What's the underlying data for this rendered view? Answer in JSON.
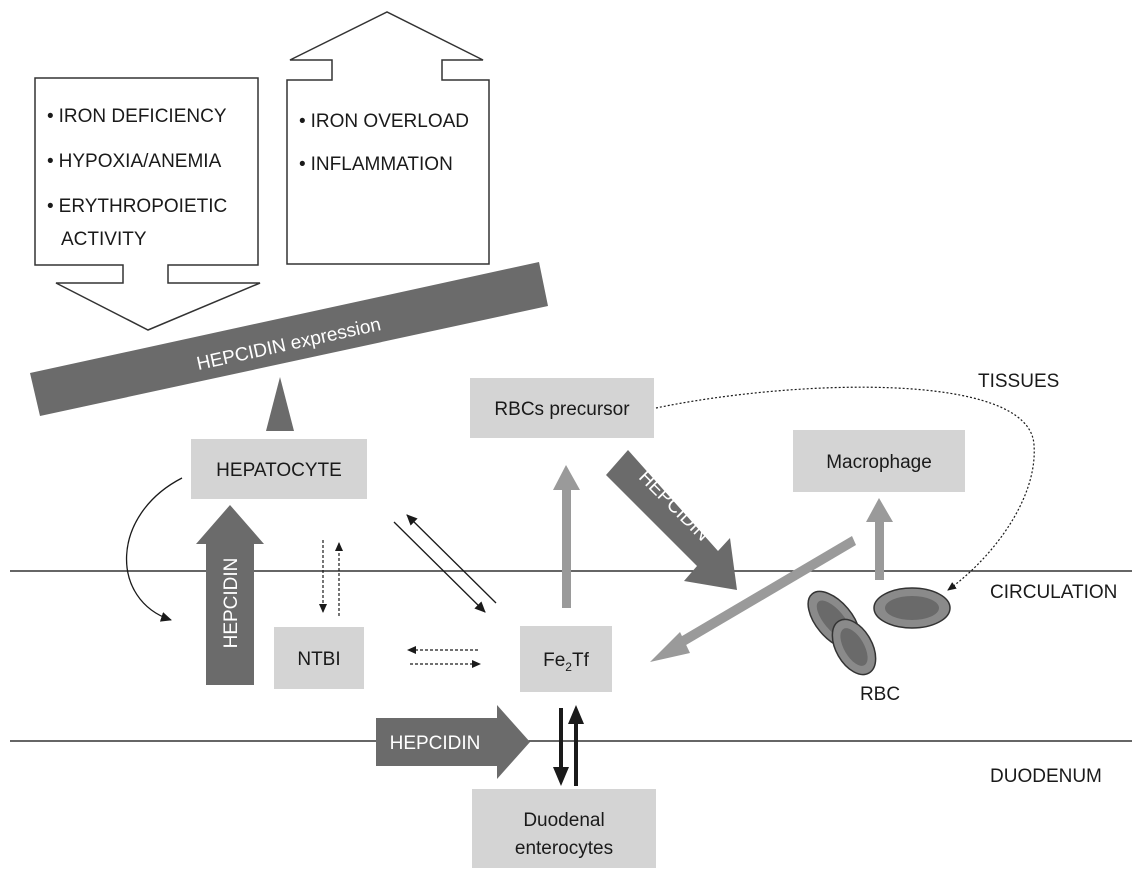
{
  "up_causes": [
    "IRON DEFICIENCY",
    "HYPOXIA/ANEMIA",
    "ERYTHROPOIETIC",
    "ACTIVITY"
  ],
  "down_causes": [
    "IRON OVERLOAD",
    "INFLAMMATION"
  ],
  "bullet": "•",
  "hepcidin_expression": "HEPCIDIN expression",
  "hepcidin": "HEPCIDIN",
  "nodes": {
    "hepatocyte": "HEPATOCYTE",
    "rbc_precursor": "RBCs precursor",
    "macrophage": "Macrophage",
    "ntbi": "NTBI",
    "fe2tf_main": "Fe",
    "fe2tf_sub": "2",
    "fe2tf_tail": "Tf",
    "duodenal_line1": "Duodenal",
    "duodenal_line2": "enterocytes",
    "rbc": "RBC"
  },
  "compartments": {
    "tissues": "TISSUES",
    "circulation": "CIRCULATION",
    "duodenum": "DUODENUM"
  }
}
